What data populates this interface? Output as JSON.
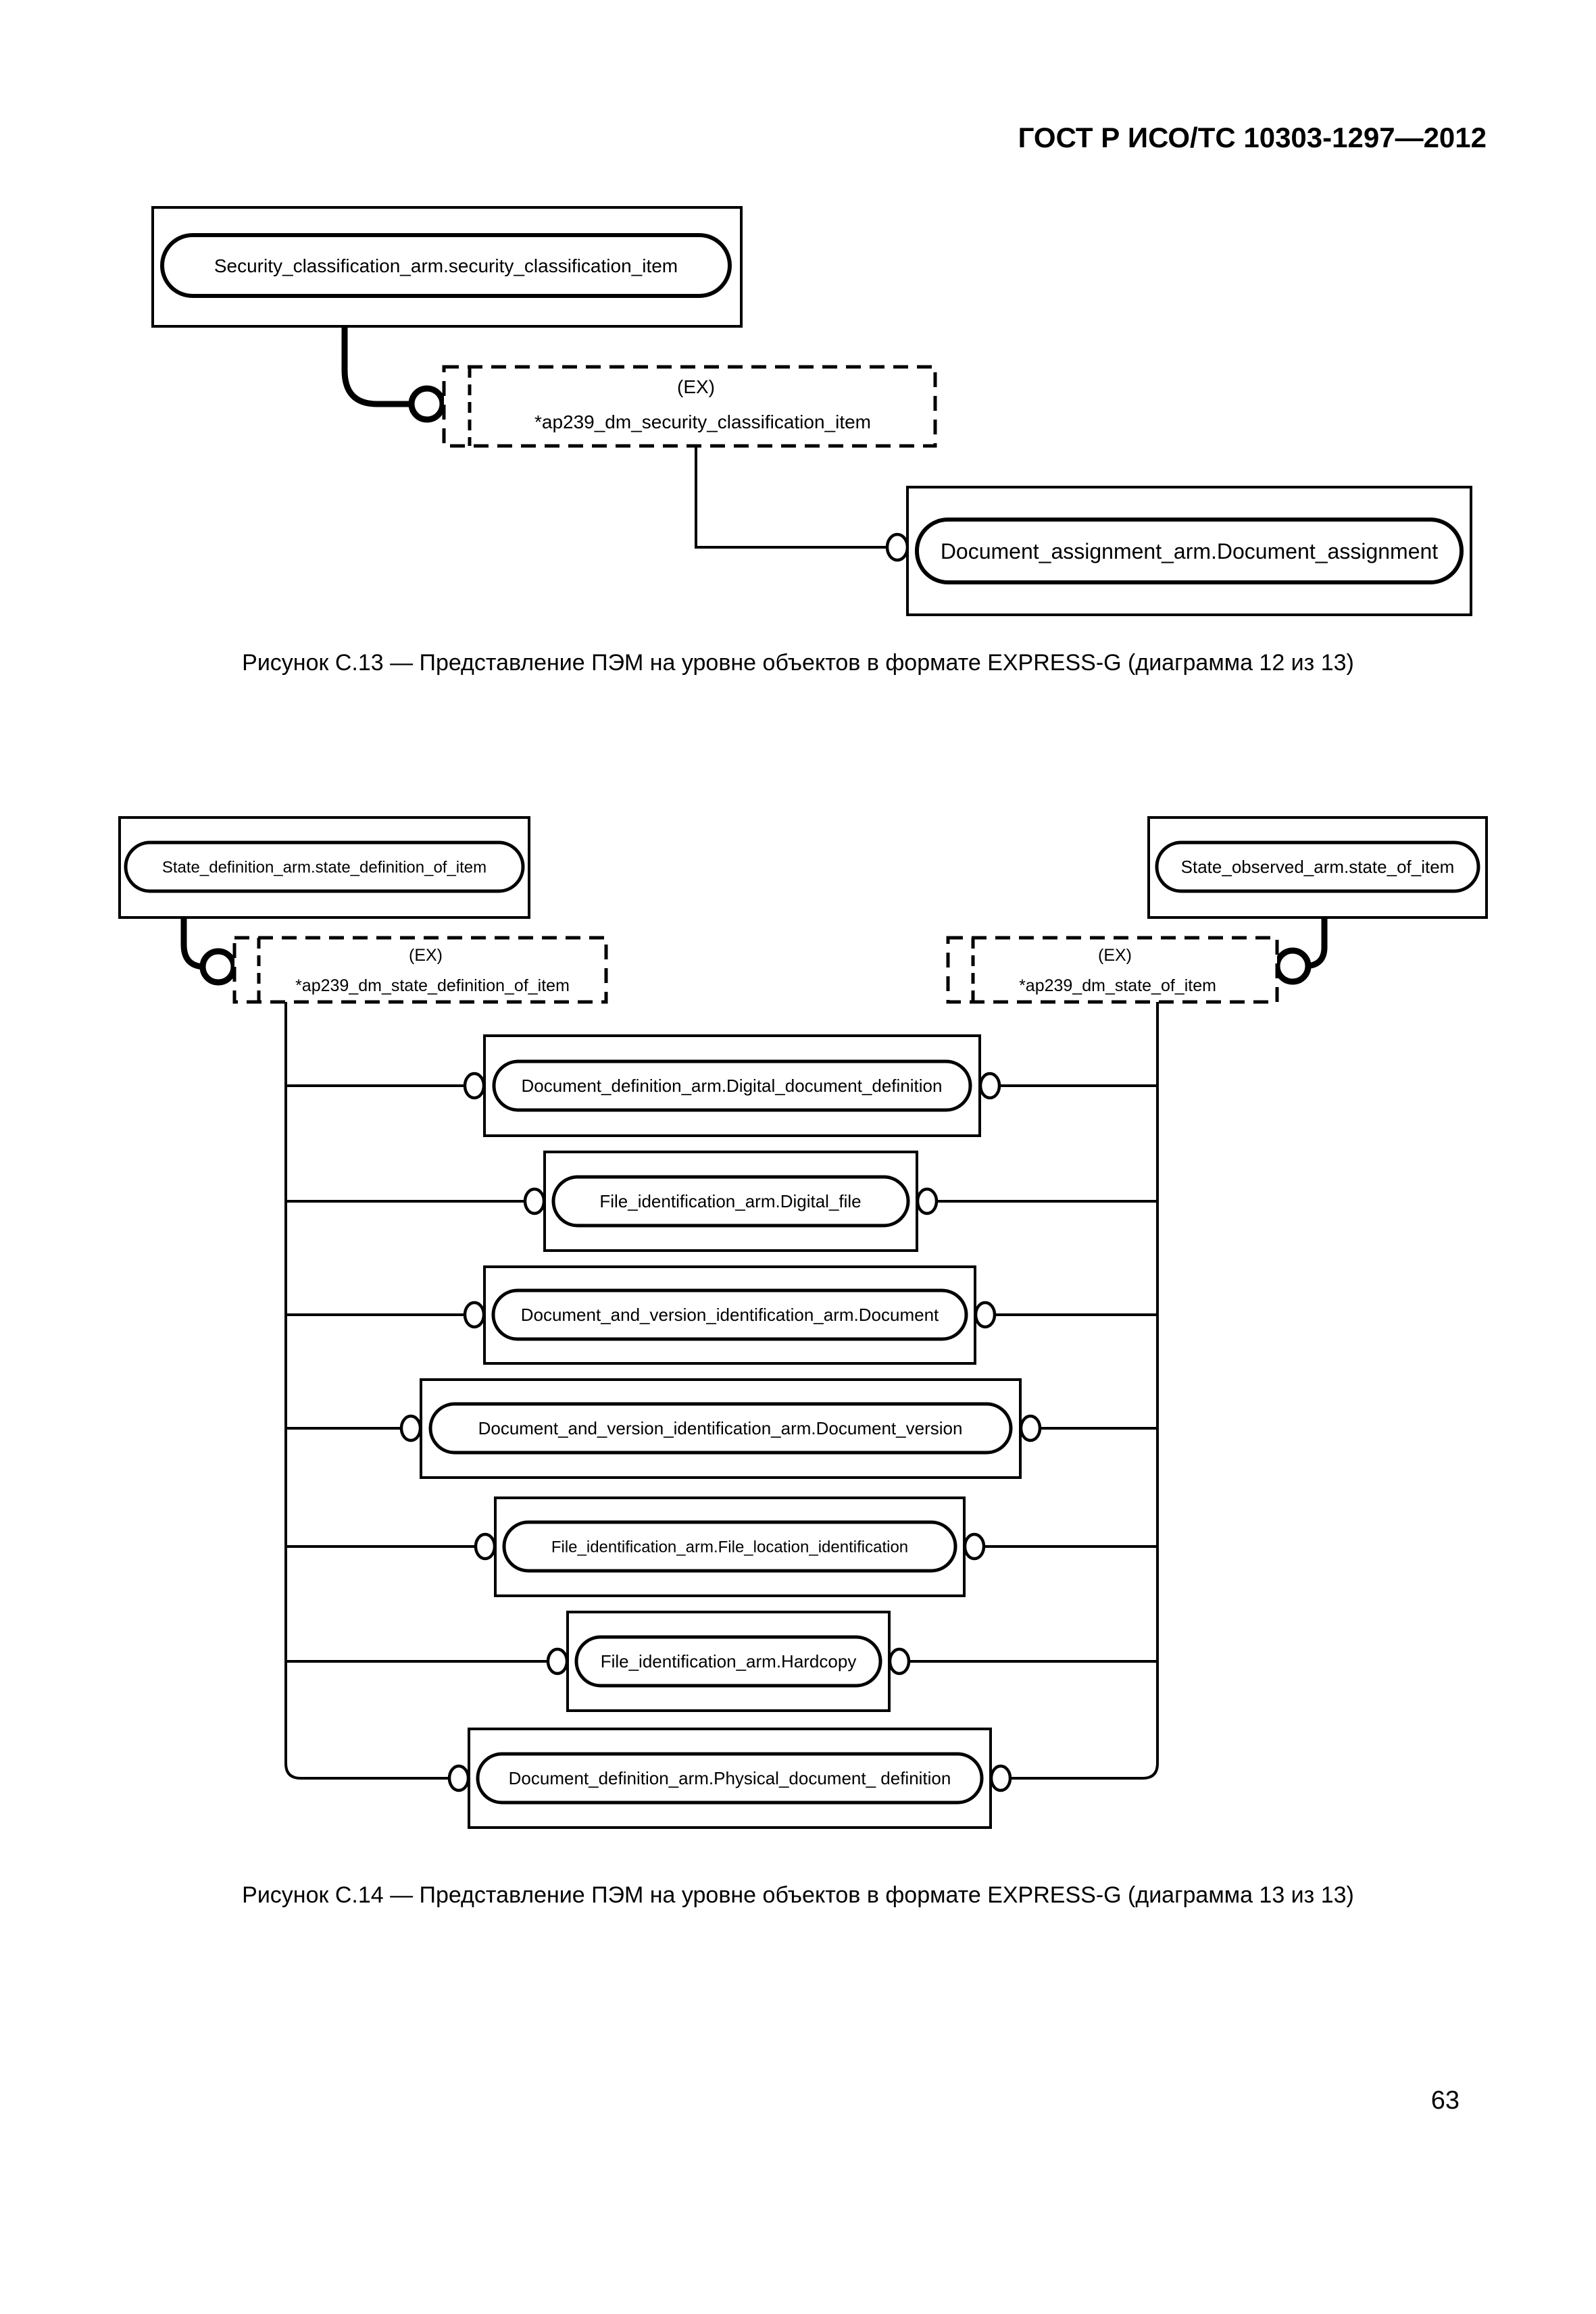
{
  "page": {
    "header_title": "ГОСТ Р ИСО/ТС 10303-1297—2012",
    "page_number": "63"
  },
  "figure_c13": {
    "caption": "Рисунок С.13 — Представление ПЭМ на уровне объектов в формате EXPRESS-G (диаграмма 12 из 13)",
    "nodes": {
      "security_classification_item": "Security_classification_arm.security_classification_item",
      "ex_tag": "(EX)",
      "ap239_dm_security_classification_item": "*ap239_dm_security_classification_item",
      "document_assignment": "Document_assignment_arm.Document_assignment"
    }
  },
  "figure_c14": {
    "caption": "Рисунок С.14 — Представление ПЭМ на уровне объектов в формате EXPRESS-G (диаграмма 13 из 13)",
    "nodes": {
      "state_definition_of_item": "State_definition_arm.state_definition_of_item",
      "state_of_item": "State_observed_arm.state_of_item",
      "ex_tag_left": "(EX)",
      "ap239_dm_state_definition_of_item": "*ap239_dm_state_definition_of_item",
      "ex_tag_right": "(EX)",
      "ap239_dm_state_of_item": "*ap239_dm_state_of_item"
    },
    "middle_nodes": [
      "Document_definition_arm.Digital_document_definition",
      "File_identification_arm.Digital_file",
      "Document_and_version_identification_arm.Document",
      "Document_and_version_identification_arm.Document_version",
      "File_identification_arm.File_location_identification",
      "File_identification_arm.Hardcopy",
      "Document_definition_arm.Physical_document_ definition"
    ]
  }
}
